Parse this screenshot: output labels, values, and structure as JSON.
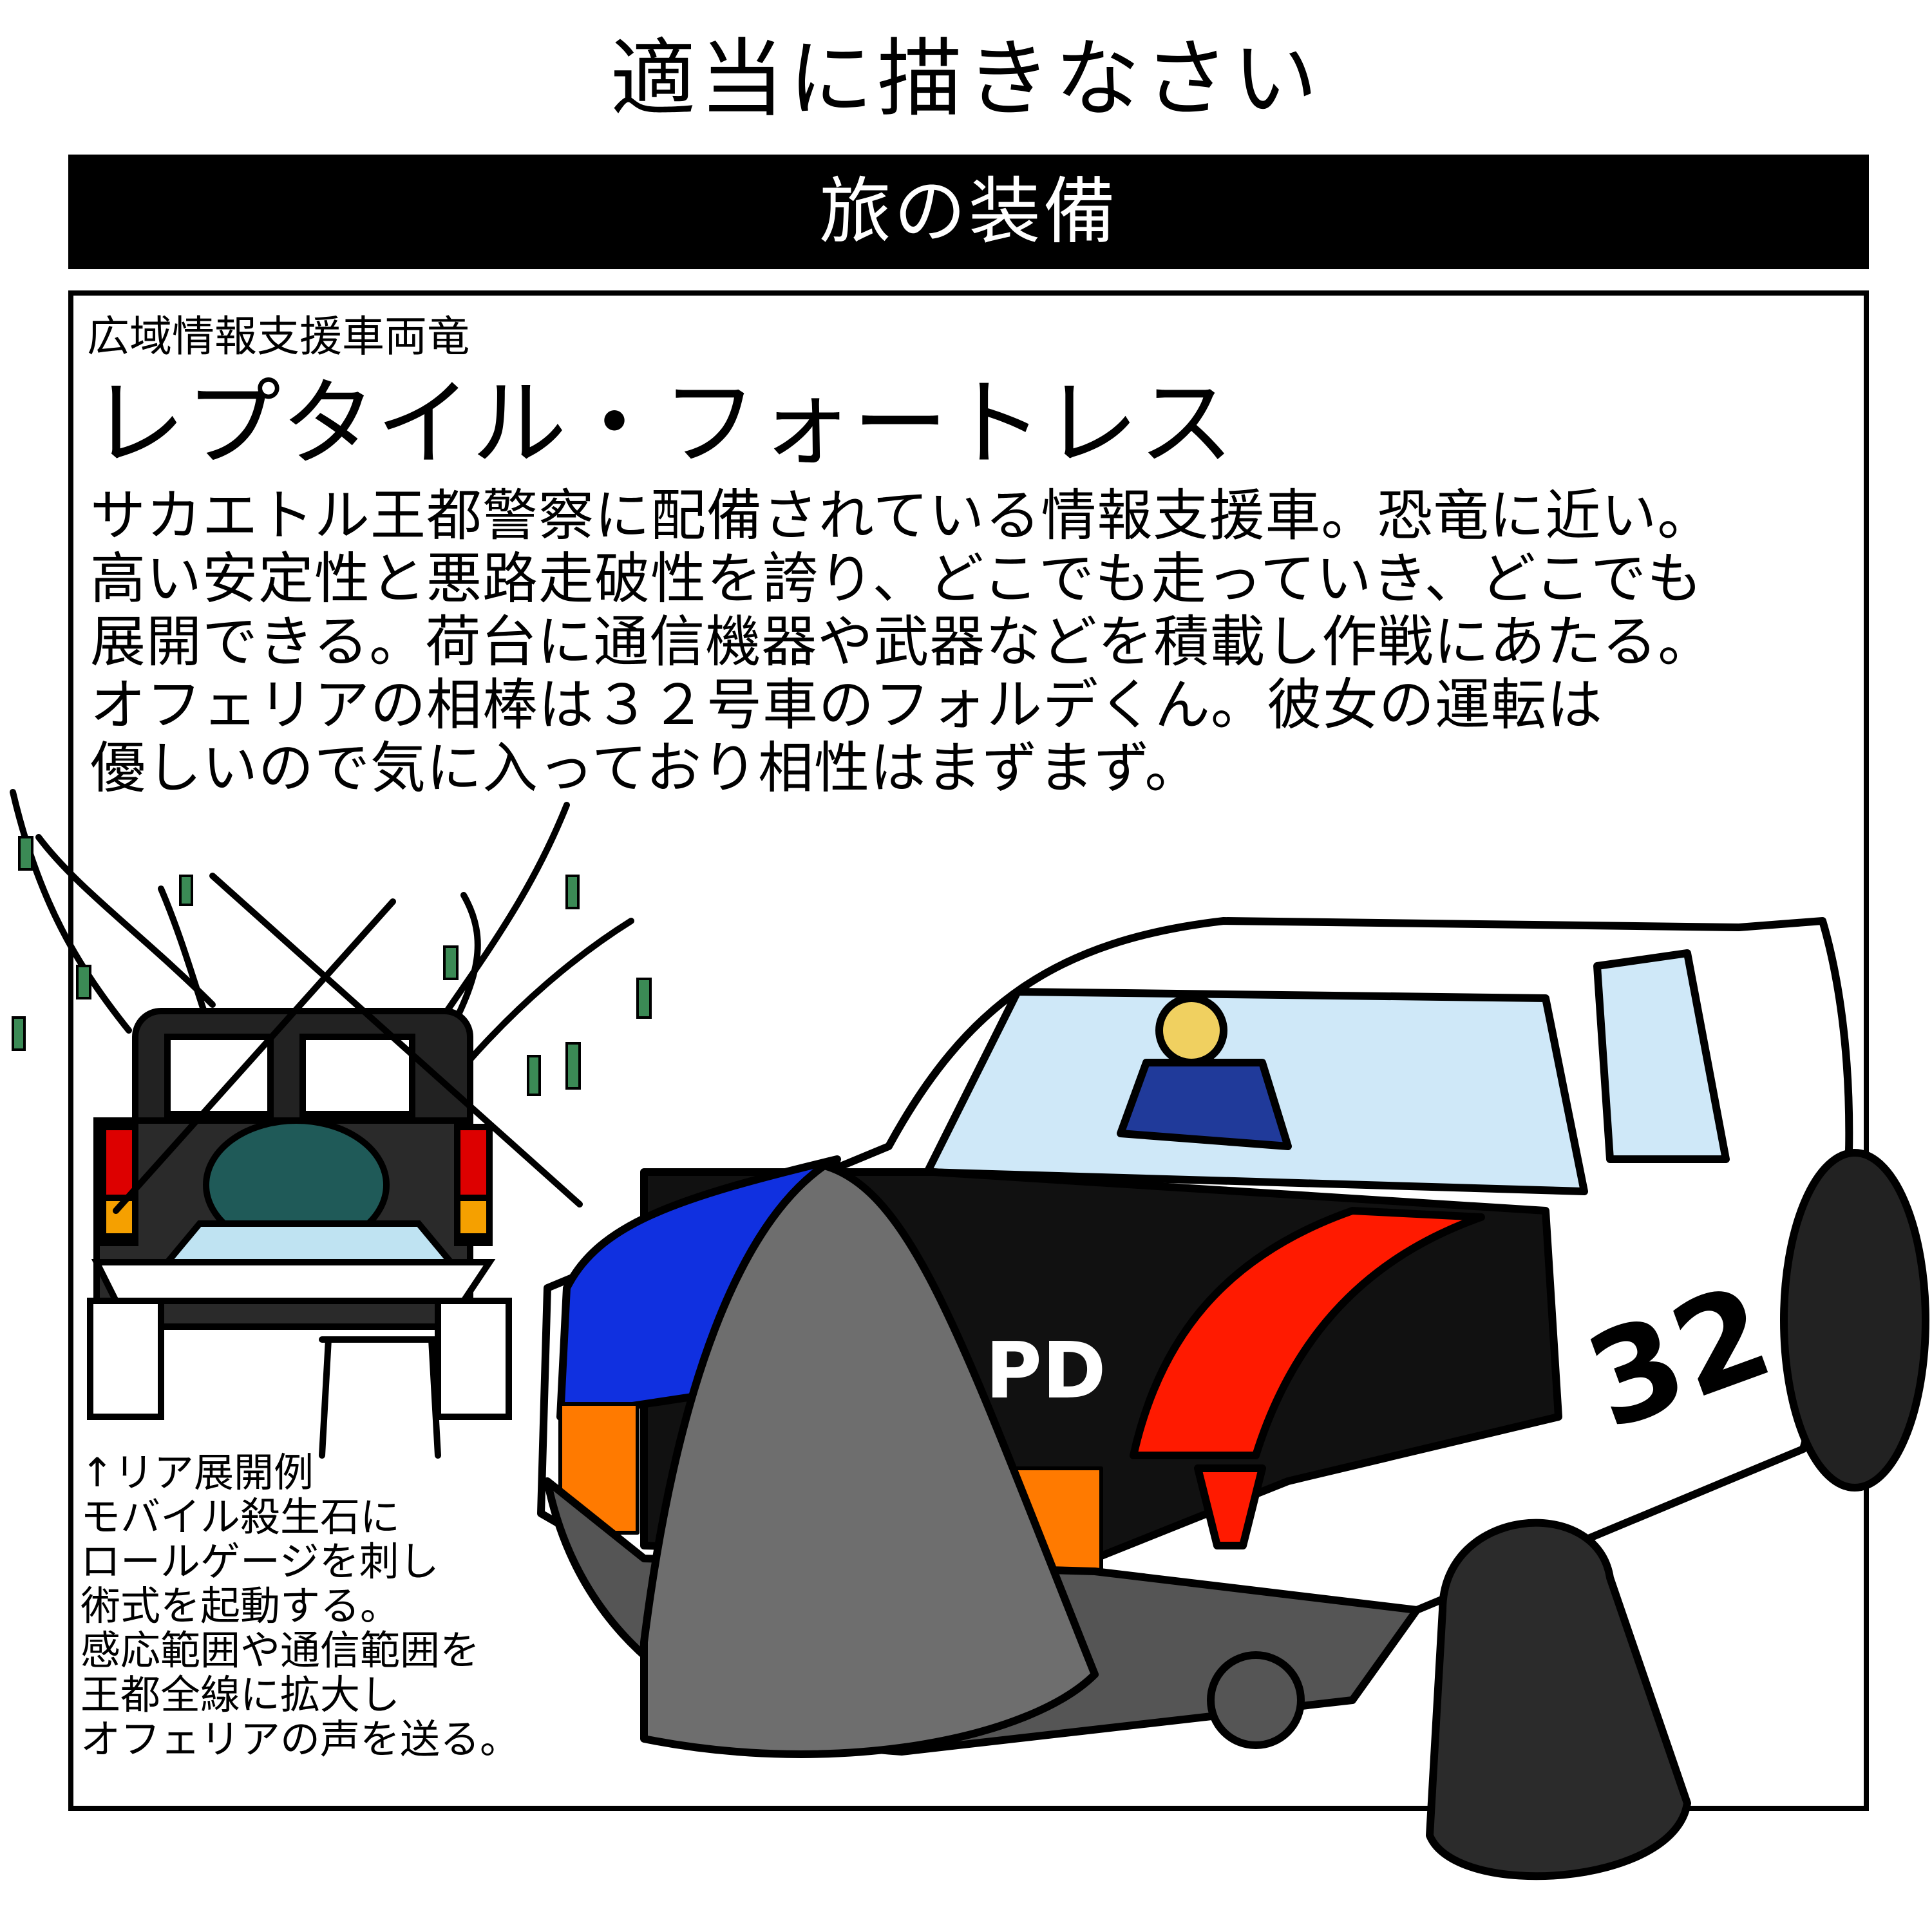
{
  "header": {
    "title": "適当に描きなさい"
  },
  "section": {
    "label": "旅の装備"
  },
  "entry": {
    "category": "広域情報支援車両竜",
    "name": "レプタイル・フォートレス",
    "description_lines": [
      "サカエトル王都警察に配備されている情報支援車。恐竜に近い。",
      "高い安定性と悪路走破性を誇り、どこでも走っていき、どこでも",
      "展開できる。荷台に通信機器や武器などを積載し作戦にあたる。",
      "オフェリアの相棒は３２号車のフォルデくん。彼女の運転は",
      "優しいので気に入っており相性はまずまず。"
    ],
    "caption_lines": [
      "↑リア展開例",
      "モバイル殺生石に",
      "ロールゲージを刺し",
      "術式を起動する。",
      "感応範囲や通信範囲を",
      "王都全線に拡大し",
      "オフェリアの声を送る。"
    ],
    "car_number": "32",
    "hood_text": "PD"
  },
  "colors": {
    "blue": "#1030e0",
    "red": "#ff1a00",
    "gray": "#6e6e6e",
    "glass": "#cfe8f8",
    "green": "#2f8a4a"
  }
}
